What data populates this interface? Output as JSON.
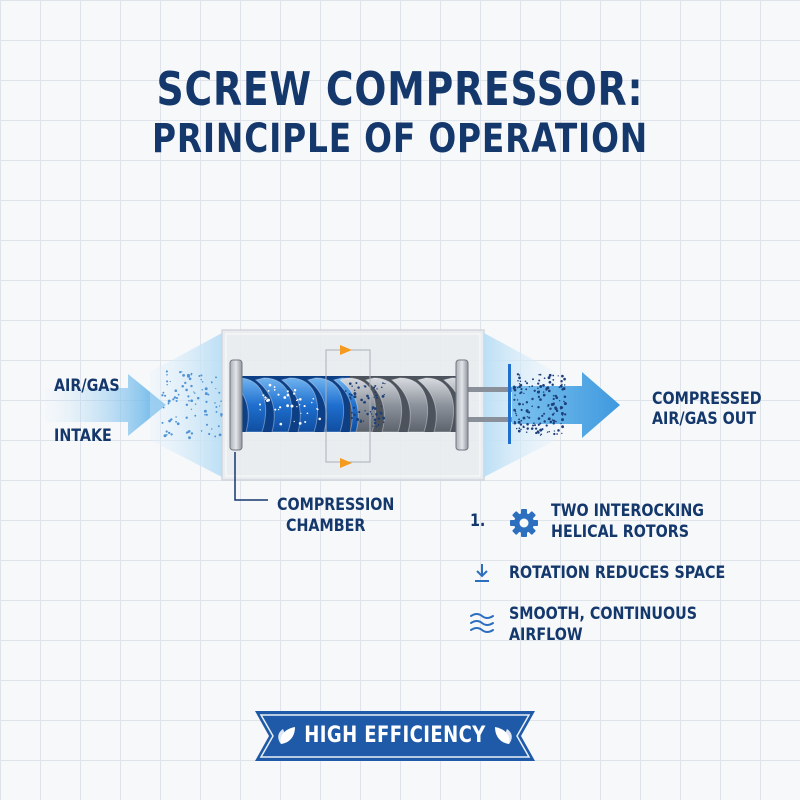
{
  "title": {
    "line1": "SCREW COMPRESSOR:",
    "line2": "PRINCIPLE OF OPERATION"
  },
  "labels": {
    "intake_line1": "AIR/GAS",
    "intake_line2": "INTAKE",
    "output_line1": "COMPRESSED",
    "output_line2": "AIR/GAS OUT",
    "chamber_line1": "COMPRESSION",
    "chamber_line2": "CHAMBER"
  },
  "features": [
    {
      "marker": "1.",
      "icon": "gear-icon",
      "line1": "TWO INTEROCKING",
      "line2": "HELICAL ROTORS"
    },
    {
      "icon": "arrow-down-icon",
      "line1": "ROTATION REDUCES SPACE"
    },
    {
      "icon": "wave-lines-icon",
      "line1": "SMOOTH, CONTINUOUS",
      "line2": "AIRFLOW"
    }
  ],
  "badge": {
    "text": "HIGH EFFICIENCY",
    "icon": "leaf-icon"
  },
  "colors": {
    "navy": "#14386c",
    "blue": "#2c7bd6",
    "steel": "#8a9099",
    "accent": "#f39a1f",
    "light_blue": "#9ccff1"
  }
}
